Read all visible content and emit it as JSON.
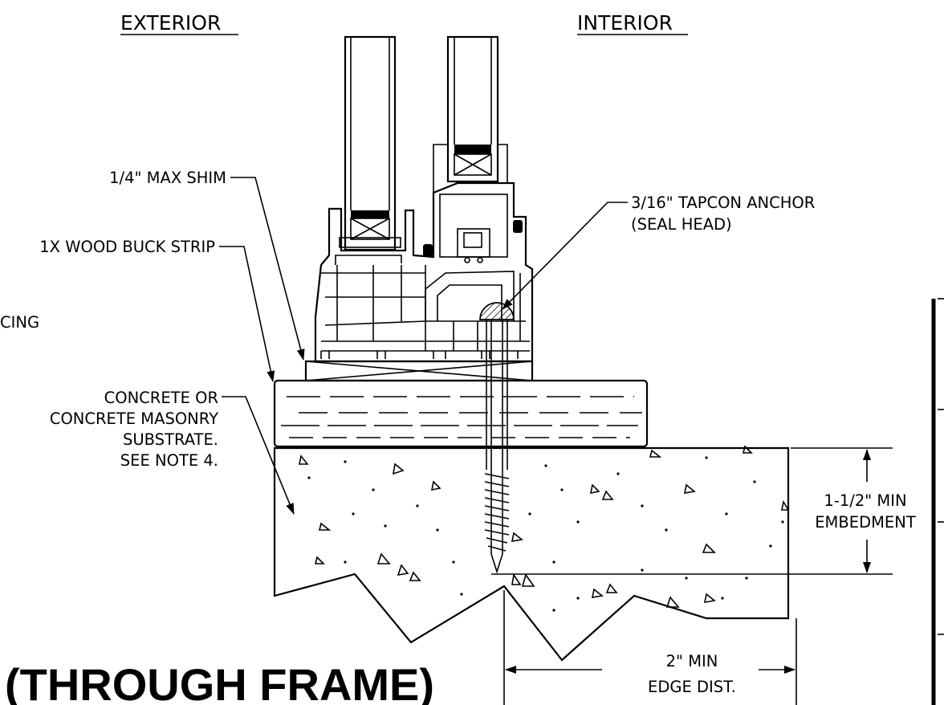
{
  "headers": {
    "exterior": "EXTERIOR",
    "interior": "INTERIOR"
  },
  "labels": {
    "shim": "1/4\" MAX SHIM",
    "buck_strip": "1X WOOD BUCK STRIP",
    "cut_off": "CING",
    "substrate_line1": "CONCRETE OR",
    "substrate_line2": "CONCRETE MASONRY",
    "substrate_line3": "SUBSTRATE.",
    "substrate_line4": "SEE NOTE 4.",
    "anchor_line1": "3/16\" TAPCON ANCHOR",
    "anchor_line2": "(SEAL HEAD)",
    "embed_line1": "1-1/2\" MIN",
    "embed_line2": "EMBEDMENT",
    "edge_line1": "2\" MIN",
    "edge_line2": "EDGE DIST."
  },
  "title": "(THROUGH FRAME)"
}
